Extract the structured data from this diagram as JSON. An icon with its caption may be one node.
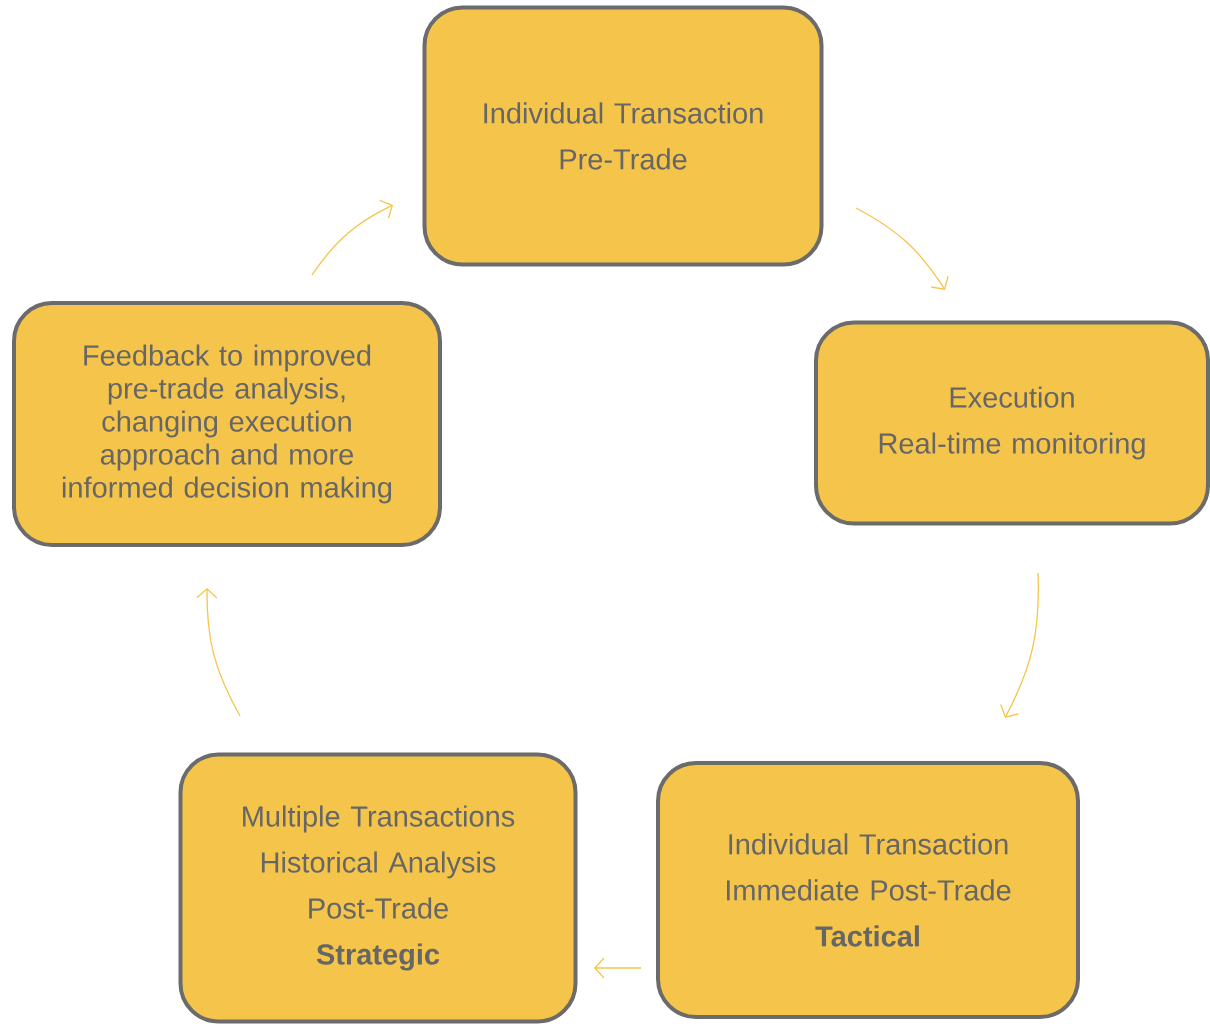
{
  "diagram": {
    "nodes": [
      {
        "text": [
          "Individual Transaction",
          "Pre-Trade"
        ]
      },
      {
        "text": [
          "Execution",
          "Real-time monitoring"
        ]
      },
      {
        "text": [
          "Individual Transaction",
          "Immediate Post-Trade",
          "**Tactical**"
        ]
      },
      {
        "text": [
          "Multiple Transactions",
          "Historical Analysis",
          "Post-Trade",
          "**Strategic**"
        ]
      },
      {
        "text": [
          "Feedback to improved pre-trade analysis, changing execution approach and more informed decision making"
        ]
      }
    ],
    "edges": [
      {
        "from": 0,
        "to": 1,
        "arrow": "to",
        "color": "#f5c54b"
      },
      {
        "from": 1,
        "to": 2,
        "arrow": "to",
        "color": "#f5c54b"
      },
      {
        "from": 2,
        "to": 3,
        "arrow": "to",
        "color": "#f5c54b"
      },
      {
        "from": 3,
        "to": 4,
        "arrow": "to",
        "color": "#f5c54b"
      },
      {
        "from": 4,
        "to": 0,
        "arrow": "to",
        "color": "#f5c54b"
      }
    ]
  }
}
